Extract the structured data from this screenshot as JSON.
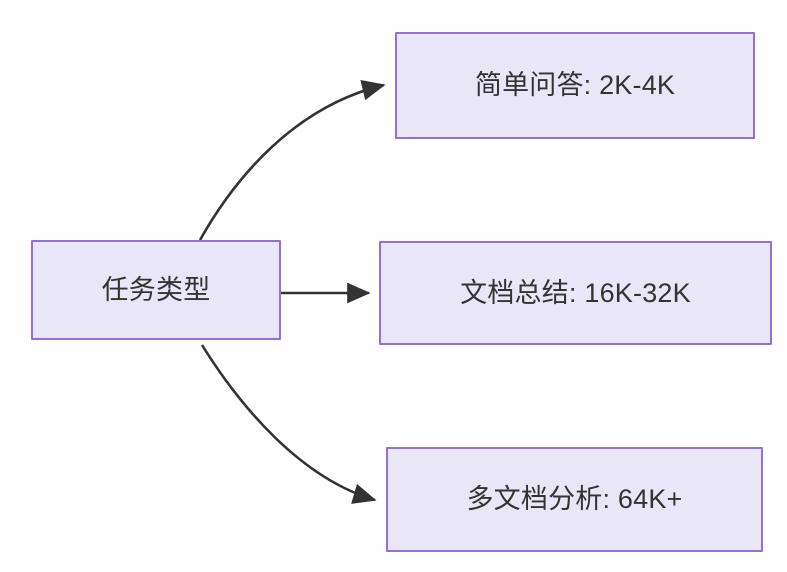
{
  "diagram": {
    "type": "flowchart",
    "direction": "left-to-right",
    "background_color": "#ffffff",
    "node_fill_color": "#e9e6f8",
    "node_border_color": "#9370db",
    "node_text_color": "#333333",
    "edge_color": "#333333",
    "nodes": [
      {
        "id": "root",
        "label": "任务类型"
      },
      {
        "id": "simple_qa",
        "label": "简单问答: 2K-4K"
      },
      {
        "id": "doc_summary",
        "label": "文档总结: 16K-32K"
      },
      {
        "id": "multi_doc",
        "label": "多文档分析: 64K+"
      }
    ],
    "edges": [
      {
        "id": "edge-root-simple-qa",
        "from": "root",
        "to": "simple_qa",
        "style": "curved",
        "arrow": "arrowhead-icon"
      },
      {
        "id": "edge-root-doc-summary",
        "from": "root",
        "to": "doc_summary",
        "style": "straight",
        "arrow": "arrowhead-icon"
      },
      {
        "id": "edge-root-multi-doc",
        "from": "root",
        "to": "multi_doc",
        "style": "curved",
        "arrow": "arrowhead-icon"
      }
    ]
  }
}
